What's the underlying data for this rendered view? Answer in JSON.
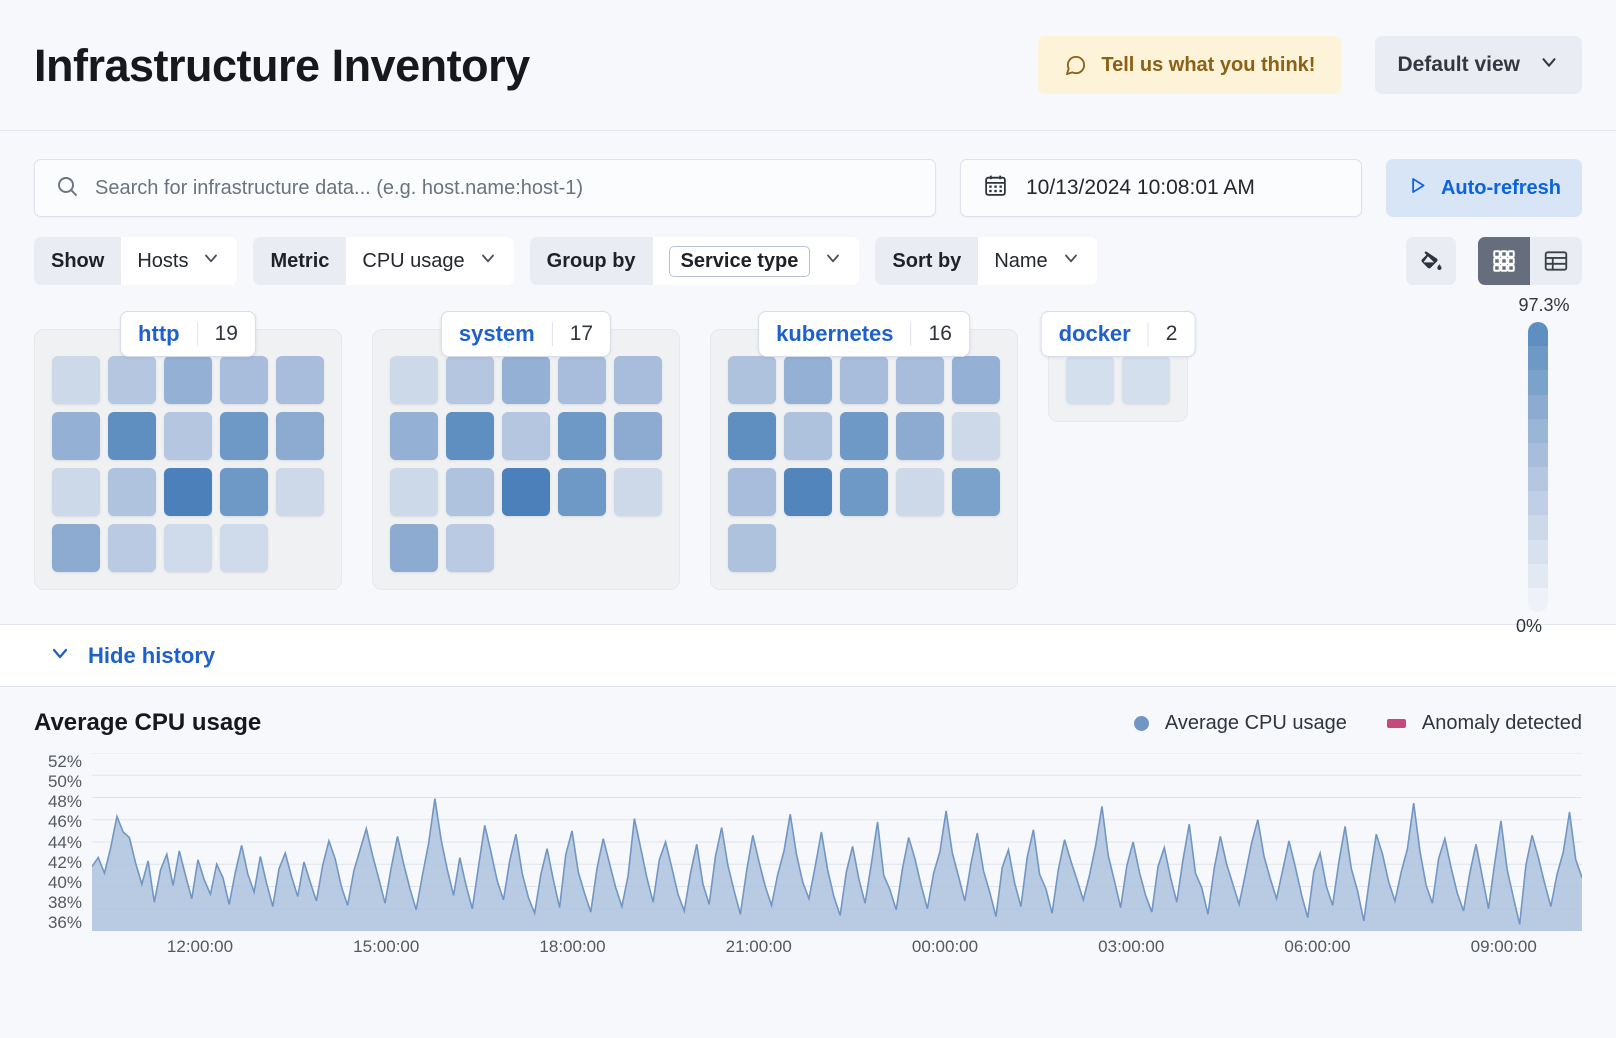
{
  "header": {
    "title": "Infrastructure Inventory",
    "feedback_label": "Tell us what you think!",
    "feedback_icon": "comment-icon",
    "view_selector_label": "Default view",
    "view_selector_icon": "chevron-down-icon"
  },
  "search": {
    "placeholder": "Search for infrastructure data... (e.g. host.name:host-1)",
    "value": "",
    "icon": "search-icon"
  },
  "datepicker": {
    "value": "10/13/2024 10:08:01 AM",
    "icon": "calendar-icon"
  },
  "refresh": {
    "label": "Auto-refresh",
    "icon": "play-icon"
  },
  "filters": [
    {
      "label": "Show",
      "value": "Hosts",
      "pill": false,
      "icon": "chevron-down-icon"
    },
    {
      "label": "Metric",
      "value": "CPU usage",
      "pill": false,
      "icon": "chevron-down-icon"
    },
    {
      "label": "Group by",
      "value": "Service type",
      "pill": true,
      "icon": "chevron-down-icon"
    },
    {
      "label": "Sort by",
      "value": "Name",
      "pill": false,
      "icon": "chevron-down-icon"
    }
  ],
  "view_toggles": {
    "legend_icon": "paint-bucket-icon",
    "grid_icon": "grid-view-icon",
    "table_icon": "table-view-icon",
    "active": "grid"
  },
  "waffle": {
    "legend": {
      "max": "97.3%",
      "min": "0%"
    },
    "groups": [
      {
        "name": "http",
        "count": "19",
        "rows": [
          [
            "#ccd9e9",
            "#b4c6e0",
            "#94b0d4",
            "#a7bddb",
            "#a7bddb"
          ],
          [
            "#94b0d4",
            "#5f8ec1",
            "#b4c6e0",
            "#6e99c7",
            "#8dabd1"
          ],
          [
            "#ccd9e9",
            "#b0c3de",
            "#4b80ba",
            "#6e99c7",
            "#cdd9e9"
          ],
          [
            "#8dabd1",
            "#bacae3",
            "#cfdbea",
            "#cfdbea"
          ]
        ]
      },
      {
        "name": "system",
        "count": "17",
        "rows": [
          [
            "#ccd9e9",
            "#b4c6e0",
            "#94b0d4",
            "#a7bddb",
            "#a7bddb"
          ],
          [
            "#94b0d4",
            "#5f8ec1",
            "#b4c6e0",
            "#6e99c7",
            "#8dabd1"
          ],
          [
            "#ccd9e9",
            "#b0c3de",
            "#4b80ba",
            "#6e99c7",
            "#cdd9e9"
          ],
          [
            "#8dabd1",
            "#bacae3"
          ]
        ]
      },
      {
        "name": "kubernetes",
        "count": "16",
        "rows": [
          [
            "#aec1dd",
            "#94b0d4",
            "#a7bddb",
            "#a7bddb",
            "#94b0d4"
          ],
          [
            "#5f8ec1",
            "#aec1dd",
            "#6e99c7",
            "#8dabd1",
            "#cdd9e9"
          ],
          [
            "#a7bddb",
            "#5385bd",
            "#6e99c7",
            "#cdd9e9",
            "#7ba2cb"
          ],
          [
            "#aec1dd"
          ]
        ]
      },
      {
        "name": "docker",
        "count": "2",
        "rows": [
          [
            "#d3dfec",
            "#d3dfec"
          ]
        ]
      }
    ]
  },
  "history": {
    "toggle_label": "Hide history",
    "toggle_icon": "chevron-down-icon"
  },
  "chart_data": {
    "type": "area",
    "title": "Average CPU usage",
    "xlabel": "",
    "ylabel": "",
    "ylim": [
      36,
      52
    ],
    "grid": true,
    "legend_position": "top-right",
    "legend": [
      {
        "name": "Average CPU usage",
        "color": "#7296c4",
        "marker": "dot"
      },
      {
        "name": "Anomaly detected",
        "color": "#c9487c",
        "marker": "square"
      }
    ],
    "yticks": [
      "52%",
      "50%",
      "48%",
      "46%",
      "44%",
      "42%",
      "40%",
      "38%",
      "36%"
    ],
    "xticks": [
      "12:00:00",
      "15:00:00",
      "18:00:00",
      "21:00:00",
      "00:00:00",
      "03:00:00",
      "06:00:00",
      "09:00:00"
    ],
    "series": [
      {
        "name": "Average CPU usage",
        "color": "#7296c4",
        "values": [
          41.8,
          42.6,
          41.2,
          43.5,
          46.3,
          44.9,
          44.4,
          42.1,
          40.2,
          42.3,
          38.6,
          41.5,
          42.9,
          40.1,
          43.2,
          41.0,
          38.9,
          42.4,
          40.6,
          39.3,
          42.0,
          40.8,
          38.4,
          41.3,
          43.7,
          41.1,
          39.5,
          42.7,
          40.3,
          38.2,
          41.6,
          43.0,
          40.9,
          39.1,
          42.2,
          40.4,
          38.7,
          41.9,
          44.1,
          42.5,
          40.0,
          38.3,
          41.4,
          43.3,
          45.2,
          42.8,
          40.7,
          38.5,
          41.7,
          44.5,
          42.0,
          39.8,
          37.9,
          41.0,
          43.9,
          47.9,
          44.2,
          41.5,
          39.2,
          42.6,
          40.1,
          38.0,
          41.8,
          45.5,
          43.1,
          40.5,
          38.8,
          42.3,
          44.7,
          41.2,
          39.0,
          37.6,
          41.1,
          43.4,
          40.6,
          38.1,
          42.9,
          45.0,
          41.3,
          39.4,
          37.7,
          41.6,
          44.3,
          42.1,
          39.9,
          38.2,
          41.0,
          46.1,
          43.5,
          40.8,
          38.6,
          42.4,
          44.0,
          41.7,
          39.3,
          37.8,
          41.2,
          43.8,
          40.2,
          38.4,
          42.7,
          45.3,
          41.9,
          39.6,
          37.5,
          41.4,
          44.6,
          42.2,
          40.0,
          38.3,
          41.1,
          43.2,
          46.5,
          42.9,
          40.4,
          38.9,
          41.8,
          44.9,
          41.5,
          39.1,
          37.4,
          41.3,
          43.6,
          40.7,
          38.5,
          42.0,
          45.8,
          41.0,
          39.7,
          37.9,
          41.6,
          44.4,
          42.5,
          40.1,
          38.0,
          41.2,
          43.1,
          46.8,
          43.0,
          40.9,
          38.7,
          42.1,
          44.8,
          41.4,
          39.5,
          37.3,
          41.7,
          43.3,
          40.3,
          38.2,
          42.6,
          45.1,
          41.1,
          39.8,
          37.6,
          41.5,
          44.2,
          42.3,
          40.6,
          38.8,
          41.0,
          43.7,
          47.2,
          42.8,
          40.5,
          38.1,
          41.9,
          44.0,
          41.3,
          39.2,
          37.7,
          41.8,
          43.5,
          40.8,
          38.6,
          42.4,
          45.6,
          41.2,
          39.9,
          37.5,
          41.6,
          44.5,
          42.0,
          40.2,
          38.4,
          41.1,
          43.9,
          46.0,
          42.7,
          40.7,
          38.9,
          41.5,
          44.1,
          41.8,
          39.3,
          37.2,
          41.4,
          43.0,
          40.0,
          38.3,
          42.2,
          45.4,
          41.6,
          39.6,
          36.9,
          41.0,
          44.7,
          42.9,
          40.4,
          38.7,
          41.3,
          43.4,
          47.5,
          43.2,
          40.1,
          38.5,
          42.5,
          44.3,
          41.7,
          39.4,
          37.8,
          41.2,
          43.8,
          40.9,
          38.0,
          42.1,
          45.9,
          41.5,
          39.0,
          36.6,
          41.9,
          44.6,
          42.6,
          40.3,
          38.2,
          41.1,
          43.1,
          46.7,
          42.4,
          40.8
        ]
      }
    ]
  }
}
